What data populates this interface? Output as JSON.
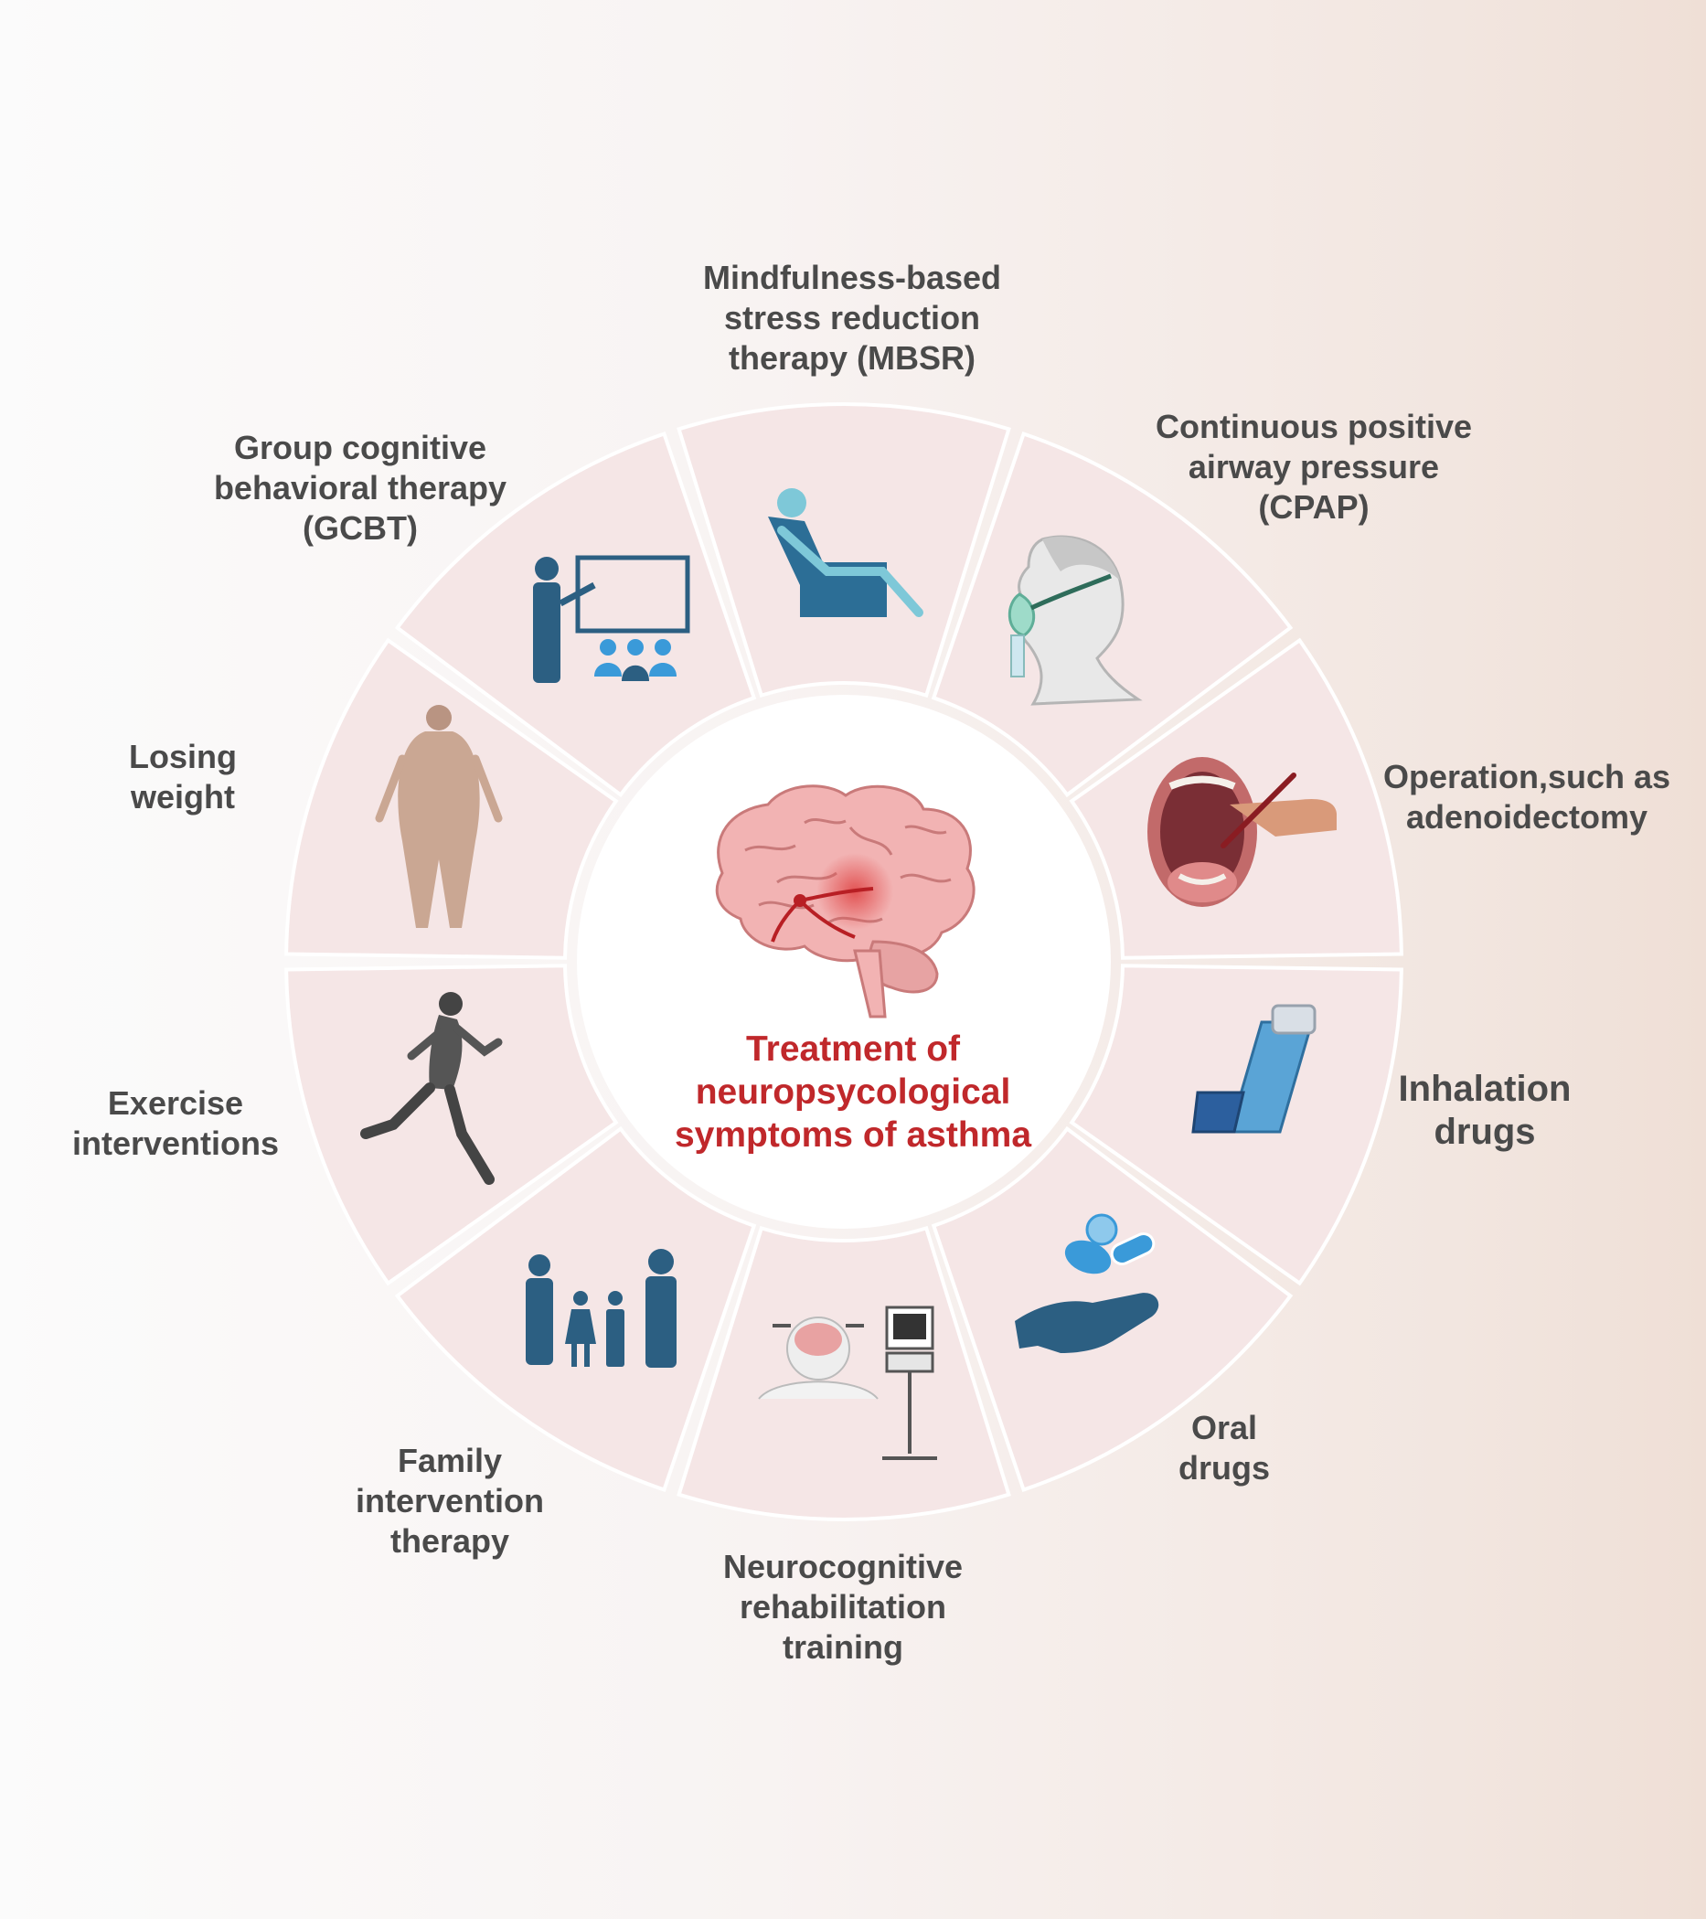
{
  "center": {
    "title_lines": [
      "Treatment of",
      "neuropsycological",
      "symptoms of asthma"
    ]
  },
  "segments": [
    {
      "id": "mbsr",
      "icon": "armchair-relax-icon",
      "label_lines": [
        "Mindfulness-based",
        "stress reduction",
        "therapy (MBSR)"
      ]
    },
    {
      "id": "cpap",
      "icon": "cpap-mask-icon",
      "label_lines": [
        "Continuous positive",
        "airway pressure",
        "(CPAP)"
      ]
    },
    {
      "id": "operation",
      "icon": "open-mouth-surgery-icon",
      "label_lines": [
        "Operation,such as",
        "adenoidectomy"
      ]
    },
    {
      "id": "inhalation",
      "icon": "inhaler-icon",
      "label_lines": [
        "Inhalation",
        "drugs"
      ]
    },
    {
      "id": "oral",
      "icon": "pills-hand-icon",
      "label_lines": [
        "Oral",
        "drugs"
      ]
    },
    {
      "id": "neurocognitive",
      "icon": "brain-stimulation-icon",
      "label_lines": [
        "Neurocognitive",
        "rehabilitation",
        "training"
      ]
    },
    {
      "id": "family",
      "icon": "family-icon",
      "label_lines": [
        "Family",
        "intervention",
        "therapy"
      ]
    },
    {
      "id": "exercise",
      "icon": "runner-icon",
      "label_lines": [
        "Exercise",
        "interventions"
      ]
    },
    {
      "id": "weight",
      "icon": "overweight-person-icon",
      "label_lines": [
        "Losing",
        "weight"
      ]
    },
    {
      "id": "gcbt",
      "icon": "group-presentation-icon",
      "label_lines": [
        "Group cognitive",
        "behavioral therapy",
        "(GCBT)"
      ]
    }
  ],
  "colors": {
    "segment_fill": "#f5e6e6",
    "title_red": "#c0282b",
    "label_gray": "#4a4a4a",
    "icon_blue": "#2c5f82",
    "icon_light_blue": "#3a9ad9"
  }
}
